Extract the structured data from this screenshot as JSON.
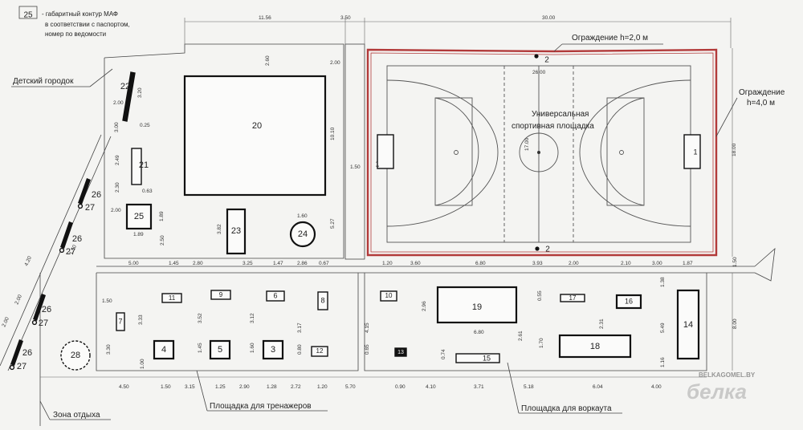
{
  "legend": {
    "number": "25",
    "text_line1": "- габаритный контур МАФ",
    "text_line2": "в соответствии с паспортом,",
    "text_line3": "номер по ведомости"
  },
  "labels": {
    "kids_town": "Детский городок",
    "fence_2m": "Ограждение h=2,0 м",
    "fence_4m_line1": "Ограждение",
    "fence_4m_line2": "h=4,0 м",
    "sports_line1": "Универсальная",
    "sports_line2": "спортивная площадка",
    "rest_zone": "Зона отдыха",
    "trainers_area": "Площадка для тренажеров",
    "workout_area": "Площадка для воркаута"
  },
  "objects": {
    "o20": "20",
    "o21": "21",
    "o22": "22",
    "o23": "23",
    "o24": "24",
    "o25": "25",
    "o26a": "26",
    "o26b": "26",
    "o26c": "26",
    "o26d": "26",
    "o27a": "27",
    "o27b": "27",
    "o27c": "27",
    "o27d": "27",
    "o28": "28",
    "o1a": "1",
    "o1b": "1",
    "o2a": "2",
    "o2b": "2",
    "o3": "3",
    "o4": "4",
    "o5": "5",
    "o6": "6",
    "o7": "7",
    "o8": "8",
    "o9": "9",
    "o10": "10",
    "o11": "11",
    "o12": "12",
    "o13": "13",
    "o14": "14",
    "o15": "15",
    "o16": "16",
    "o17": "17",
    "o18": "18",
    "o19": "19"
  },
  "dims": {
    "top_1156": "11.56",
    "top_350": "3.50",
    "top_3000": "30.00",
    "court_2600": "26.00",
    "right_1800": "18.00",
    "d_200a": "2.00",
    "d_260": "2.60",
    "d_1010": "10.10",
    "d_150v": "1.50",
    "d_527": "5.27",
    "d_200b": "2.00",
    "d_320": "3.20",
    "d_300a": "3.00",
    "d_025": "0.25",
    "d_249": "2.49",
    "d_230": "2.30",
    "d_063": "0.63",
    "d_200c": "2.00",
    "d_189a": "1.89",
    "d_189b": "1.89",
    "d_250": "2.50",
    "d_382": "3.82",
    "d_160a": "1.60",
    "d_1700": "17.00",
    "r_500": "5.00",
    "r_145": "1.45",
    "r_280": "2.80",
    "r_325": "3.25",
    "r_147": "1.47",
    "r_286": "2.86",
    "r_067": "0.67",
    "r_120": "1.20",
    "r_360": "3.60",
    "r_680": "6.80",
    "r_393": "3.93",
    "r_200": "2.00",
    "r_210": "2.10",
    "r_300": "3.00",
    "r_187": "1.87",
    "r_150": "1.50",
    "b_450": "4.50",
    "b_150": "1.50",
    "b_315": "3.15",
    "b_125": "1.25",
    "b_290": "2.90",
    "b_128": "1.28",
    "b_272": "2.72",
    "b_120": "1.20",
    "b_570": "5.70",
    "b_090": "0.90",
    "b_410": "4.10",
    "b_371": "3.71",
    "b_518": "5.18",
    "b_604": "6.04",
    "b_400": "4.00",
    "v_800": "8.00",
    "v_549": "5.49",
    "v_138": "1.38",
    "v_116": "1.16",
    "s_420": "4.20",
    "s_200a": "2.00",
    "s_200b": "2.00",
    "s_150": "1.50",
    "m_150": "1.50",
    "m_333": "3.33",
    "m_330": "3.30",
    "m_100": "1.00",
    "m_352": "3.52",
    "m_145": "1.45",
    "m_312": "3.12",
    "m_160": "1.60",
    "m_317": "3.17",
    "m_080": "0.80",
    "m_415": "4.15",
    "m_065": "0.65",
    "m_296": "2.96",
    "m_261": "2.61",
    "m_680": "6.80",
    "m_055": "0.55",
    "m_231": "2.31",
    "m_170": "1.70",
    "m_074": "0.74"
  },
  "watermark": {
    "site": "BELKAGOMEL.BY",
    "brand": "белка"
  },
  "colors": {
    "fence": "#b23a3a",
    "line": "#111111",
    "paper": "#f4f4f2"
  }
}
